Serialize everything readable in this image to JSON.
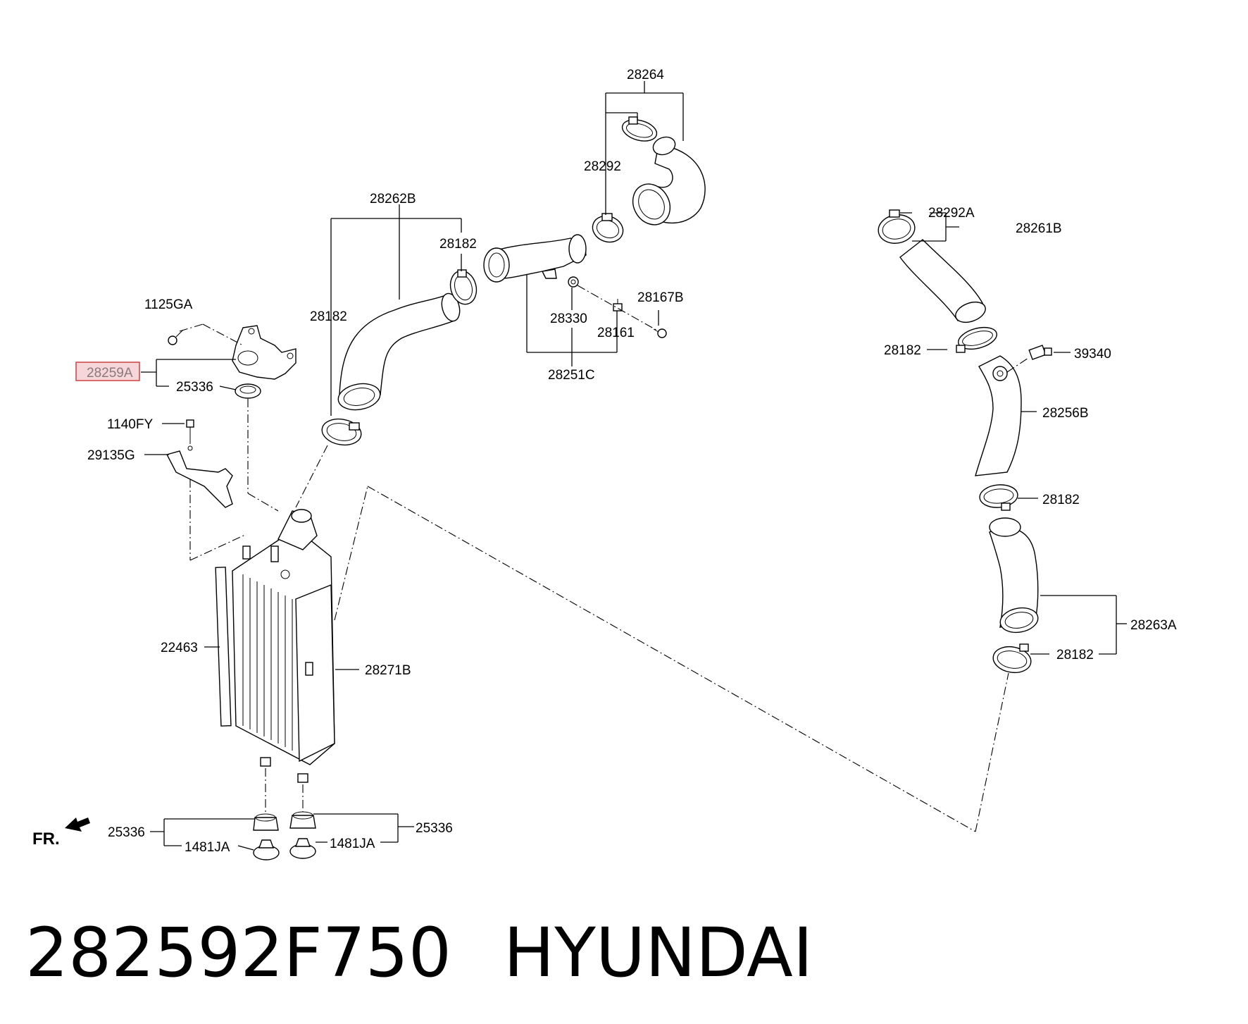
{
  "diagram": {
    "labels": {
      "l28264": "28264",
      "l28292": "28292",
      "l28262B": "28262B",
      "l28182_top": "28182",
      "l28182_left": "28182",
      "l1125GA": "1125GA",
      "l28259A": "28259A",
      "l25336_top": "25336",
      "l1140FY": "1140FY",
      "l29135G": "29135G",
      "l28330": "28330",
      "l28167B": "28167B",
      "l28161": "28161",
      "l28251C": "28251C",
      "l28292A": "28292A",
      "l28261B": "28261B",
      "l28182_r1": "28182",
      "l39340": "39340",
      "l28256B": "28256B",
      "l28182_r2": "28182",
      "l28263A": "28263A",
      "l28182_r3": "28182",
      "l22463": "22463",
      "l28271B": "28271B",
      "l25336_bl": "25336",
      "l1481JA_l": "1481JA",
      "l1481JA_r": "1481JA",
      "l25336_br": "25336",
      "fr": "FR."
    },
    "highlight_color": "#d04040"
  },
  "caption": {
    "part_number": "282592F750",
    "brand": "HYUNDAI"
  }
}
